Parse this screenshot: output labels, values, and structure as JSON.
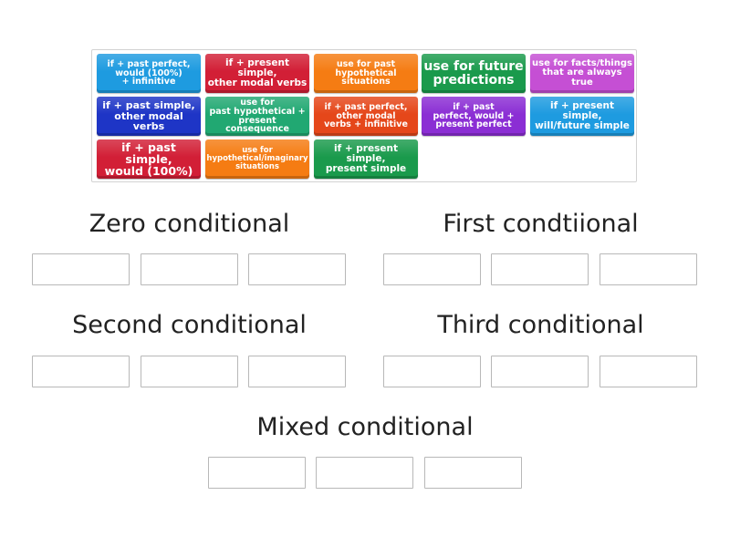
{
  "tiles": [
    {
      "text": "if + past perfect,\nwould (100%)\n+ infinitive",
      "color": "#1e9be0"
    },
    {
      "text": "if + present simple,\nother modal verbs",
      "color": "#d21f36"
    },
    {
      "text": "use for past\nhypothetical\nsituations",
      "color": "#f57c13"
    },
    {
      "text": "use for future\npredictions",
      "color": "#1a9a4c"
    },
    {
      "text": "use for facts/things\nthat are always true",
      "color": "#c54fd4"
    },
    {
      "text": "if + past simple,\nother modal verbs",
      "color": "#1e35c6"
    },
    {
      "text": "use for\npast hypothetical +\npresent consequence",
      "color": "#21a872"
    },
    {
      "text": "if + past perfect,\nother modal\nverbs + infinitive",
      "color": "#e5471a"
    },
    {
      "text": "if + past\nperfect, would +\npresent perfect",
      "color": "#8b2ed4"
    },
    {
      "text": "if + present simple,\nwill/future simple",
      "color": "#1e9be0"
    },
    {
      "text": "if + past simple,\nwould (100%)",
      "color": "#d21f36"
    },
    {
      "text": "use for\nhypothetical/imaginary\nsituations",
      "color": "#f57c13"
    },
    {
      "text": "if + present simple,\npresent simple",
      "color": "#1a9a4c"
    }
  ],
  "groups": {
    "zero": "Zero conditional",
    "first": "First condtiional",
    "second": "Second conditional",
    "third": "Third conditional",
    "mixed": "Mixed conditional"
  }
}
